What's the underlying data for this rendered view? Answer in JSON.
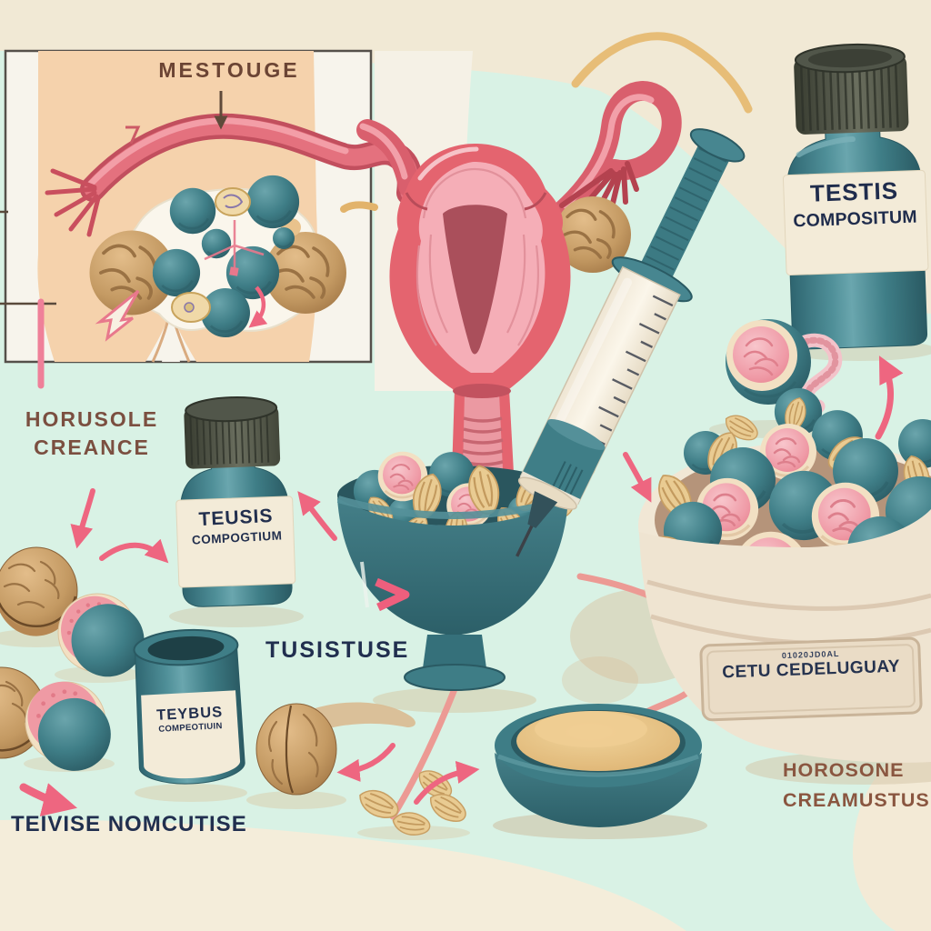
{
  "labels": {
    "mestouge": "MESTOUGE",
    "horusole_line1": "HORUSOLE",
    "horusole_line2": "CREANCE",
    "tusistuse": "TUSISTUSE",
    "teivise": "TEIVISE NOMCUTISE",
    "horosone_line1": "HOROSONE",
    "horosone_line2": "CREAMUSTUS"
  },
  "bottles": {
    "testis": {
      "line1": "TESTIS",
      "line2": "COMPOSITUM"
    },
    "teusis": {
      "line1": "TEUSIS",
      "line2": "COMPOGTIUM"
    },
    "teybus": {
      "line1": "TEYBUS",
      "line2": "COMPEOTIUIN"
    }
  },
  "tub": {
    "label_small": "01020JD0AL",
    "label_main": "CETU CEDELUGUAY"
  },
  "palette": {
    "background_mint": "#d9f2e5",
    "background_cream": "#f1e9d5",
    "teal": "#3f7e87",
    "uterus_pink": "#e4646f",
    "uterus_light": "#f5aeb7",
    "arrow_pink": "#ee6680",
    "cord_salmon": "#ec9a94",
    "walnut_tan": "#c9a066",
    "almond": "#e9cb92",
    "label_cream": "#f3ebd8",
    "cap_olive": "#4d5146",
    "text_navy": "#222f4e",
    "text_brown": "#6b4434",
    "yellow_cord": "#e7bd77",
    "skin": "#f5d2ac"
  }
}
